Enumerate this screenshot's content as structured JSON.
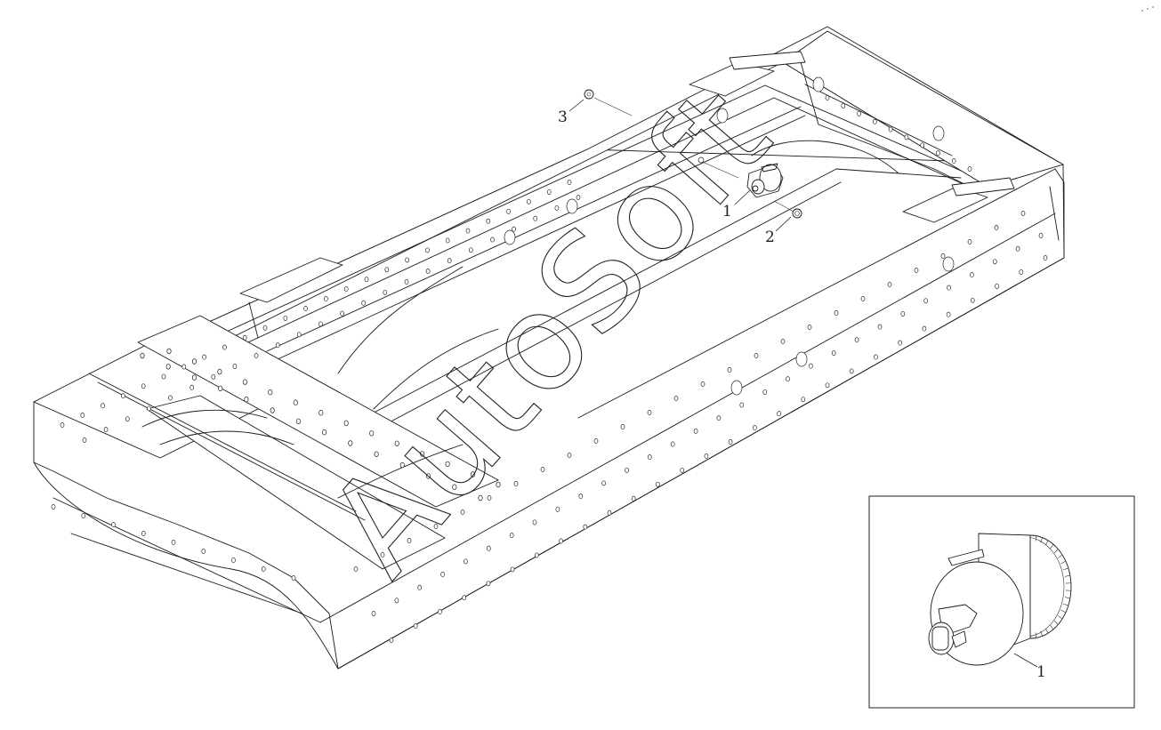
{
  "callouts": [
    {
      "id": "1",
      "label": "1"
    },
    {
      "id": "2",
      "label": "2"
    },
    {
      "id": "3",
      "label": "3"
    }
  ],
  "inset": {
    "callout_label": "1"
  },
  "watermark": {
    "text": "AutoSoft"
  },
  "colors": {
    "line": "#1a1a1a",
    "background": "#ffffff"
  }
}
